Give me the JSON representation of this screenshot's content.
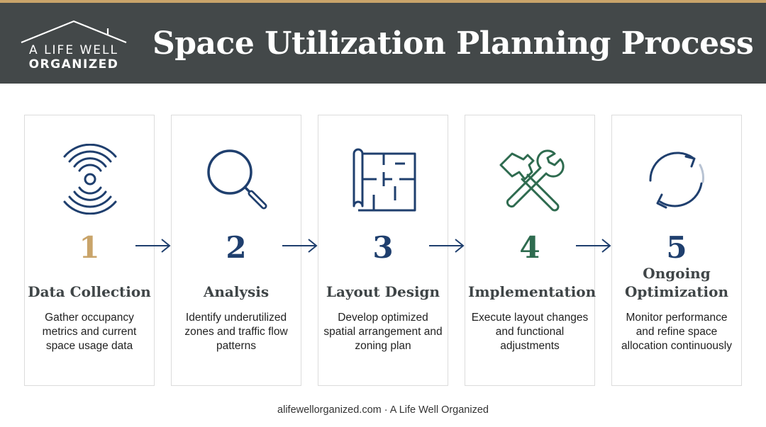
{
  "header": {
    "title": "Space Utilization Planning Process",
    "logo": {
      "line1": "A LIFE WELL",
      "line2": "ORGANIZED"
    }
  },
  "colors": {
    "header_bg": "#434849",
    "accent_gold": "#c9a46a",
    "navy": "#1f3f6e",
    "green": "#2e6b4f"
  },
  "steps": [
    {
      "number": "1",
      "title": "Data Collection",
      "description": "Gather occupancy metrics and current space usage data",
      "icon": "signal-waves-icon",
      "number_color": "#c9a46a"
    },
    {
      "number": "2",
      "title": "Analysis",
      "description": "Identify underutilized zones and traffic flow patterns",
      "icon": "magnifier-icon",
      "number_color": "#1f3f6e"
    },
    {
      "number": "3",
      "title": "Layout Design",
      "description": "Develop optimized spatial arrangement and zoning plan",
      "icon": "floor-plan-icon",
      "number_color": "#1f3f6e"
    },
    {
      "number": "4",
      "title": "Implementation",
      "description": "Execute layout changes and functional adjustments",
      "icon": "tools-icon",
      "number_color": "#2e6b4f"
    },
    {
      "number": "5",
      "title": "Ongoing\nOptimization",
      "description": "Monitor performance and refine space allocation continuously",
      "icon": "refresh-cycle-icon",
      "number_color": "#1f3f6e"
    }
  ],
  "footer": "alifewellorganized.com · A Life Well Organized"
}
